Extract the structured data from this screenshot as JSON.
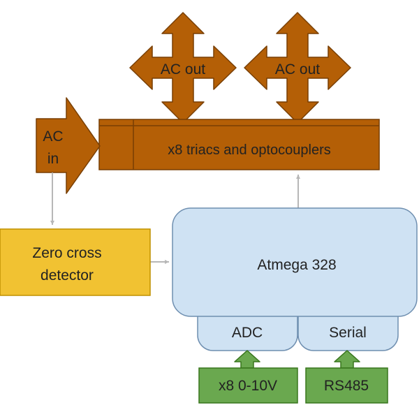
{
  "colors": {
    "power": "#b45f06",
    "power_stroke": "#783f04",
    "detector": "#f1c232",
    "detector_stroke": "#bf9000",
    "mcu": "#cfe2f3",
    "mcu_stroke": "#6f8fb0",
    "io": "#6aa84f",
    "io_stroke": "#38761d",
    "connector": "#b7b7b7"
  },
  "labels": {
    "ac_out_1": "AC out",
    "ac_out_2": "AC out",
    "ac_in_line1": "AC",
    "ac_in_line2": "in",
    "triacs": "x8 triacs and optocouplers",
    "zero_cross_line1": "Zero cross",
    "zero_cross_line2": "detector",
    "mcu": "Atmega 328",
    "adc": "ADC",
    "serial": "Serial",
    "analog_input": "x8 0-10V",
    "bus": "RS485"
  }
}
